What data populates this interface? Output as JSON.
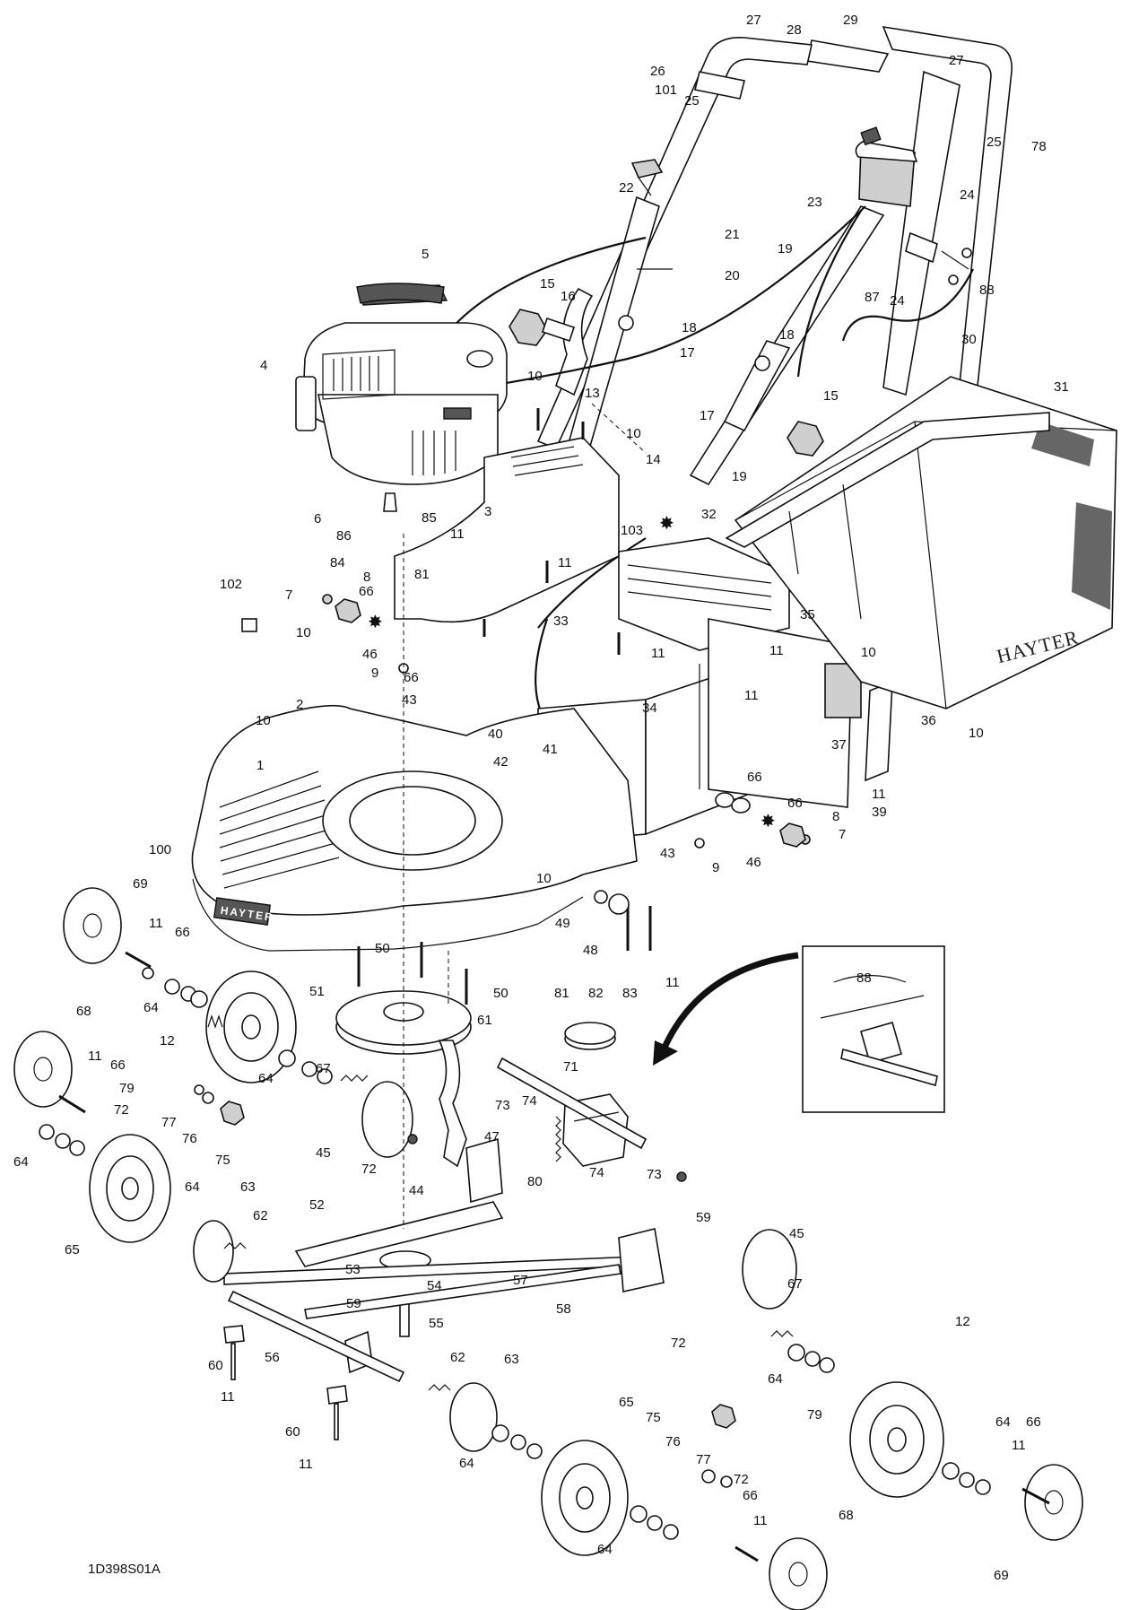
{
  "reference_code": "1D398S01A",
  "brand_marks": [
    "HAYTER",
    "HAYTER"
  ],
  "callouts": [
    "1",
    "2",
    "3",
    "4",
    "5",
    "6",
    "7",
    "8",
    "9",
    "10",
    "11",
    "12",
    "13",
    "14",
    "15",
    "16",
    "17",
    "18",
    "19",
    "20",
    "21",
    "22",
    "23",
    "24",
    "25",
    "26",
    "27",
    "28",
    "29",
    "30",
    "31",
    "32",
    "33",
    "34",
    "35",
    "36",
    "37",
    "39",
    "40",
    "41",
    "42",
    "43",
    "44",
    "45",
    "46",
    "47",
    "48",
    "49",
    "50",
    "51",
    "52",
    "53",
    "54",
    "55",
    "56",
    "57",
    "58",
    "59",
    "60",
    "61",
    "62",
    "63",
    "64",
    "65",
    "66",
    "67",
    "68",
    "69",
    "71",
    "72",
    "73",
    "74",
    "75",
    "76",
    "77",
    "78",
    "79",
    "80",
    "81",
    "82",
    "83",
    "84",
    "85",
    "86",
    "87",
    "88",
    "100",
    "101",
    "102",
    "103"
  ],
  "inset": {
    "callout": "88"
  }
}
